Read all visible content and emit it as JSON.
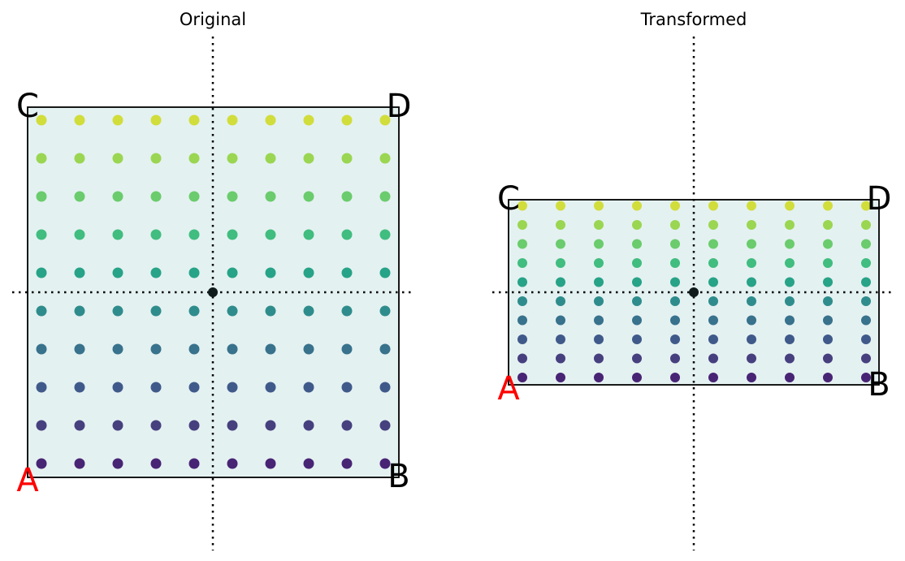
{
  "colors": {
    "square_fill": "#e4f1f1",
    "square_stroke": "#000000",
    "axis": "#000000",
    "origin_point": "#0f1a1a",
    "corner_label": "#000000",
    "corner_label_highlight": "#ff0000",
    "dot_rows_bottom_to_top": [
      "#482475",
      "#46407f",
      "#3f5a8a",
      "#38728c",
      "#2f8c8c",
      "#27a387",
      "#40bd7f",
      "#6acc6c",
      "#9ad651",
      "#d1dd3a"
    ]
  },
  "panels": {
    "original": {
      "title": "Original",
      "labels": {
        "A": "A",
        "B": "B",
        "C": "C",
        "D": "D"
      },
      "grid": {
        "columns": 10,
        "rows": 10
      }
    },
    "transformed": {
      "title": "Transformed",
      "labels": {
        "A": "A",
        "B": "B",
        "C": "C",
        "D": "D"
      },
      "grid": {
        "columns": 10,
        "rows": 10
      }
    }
  }
}
